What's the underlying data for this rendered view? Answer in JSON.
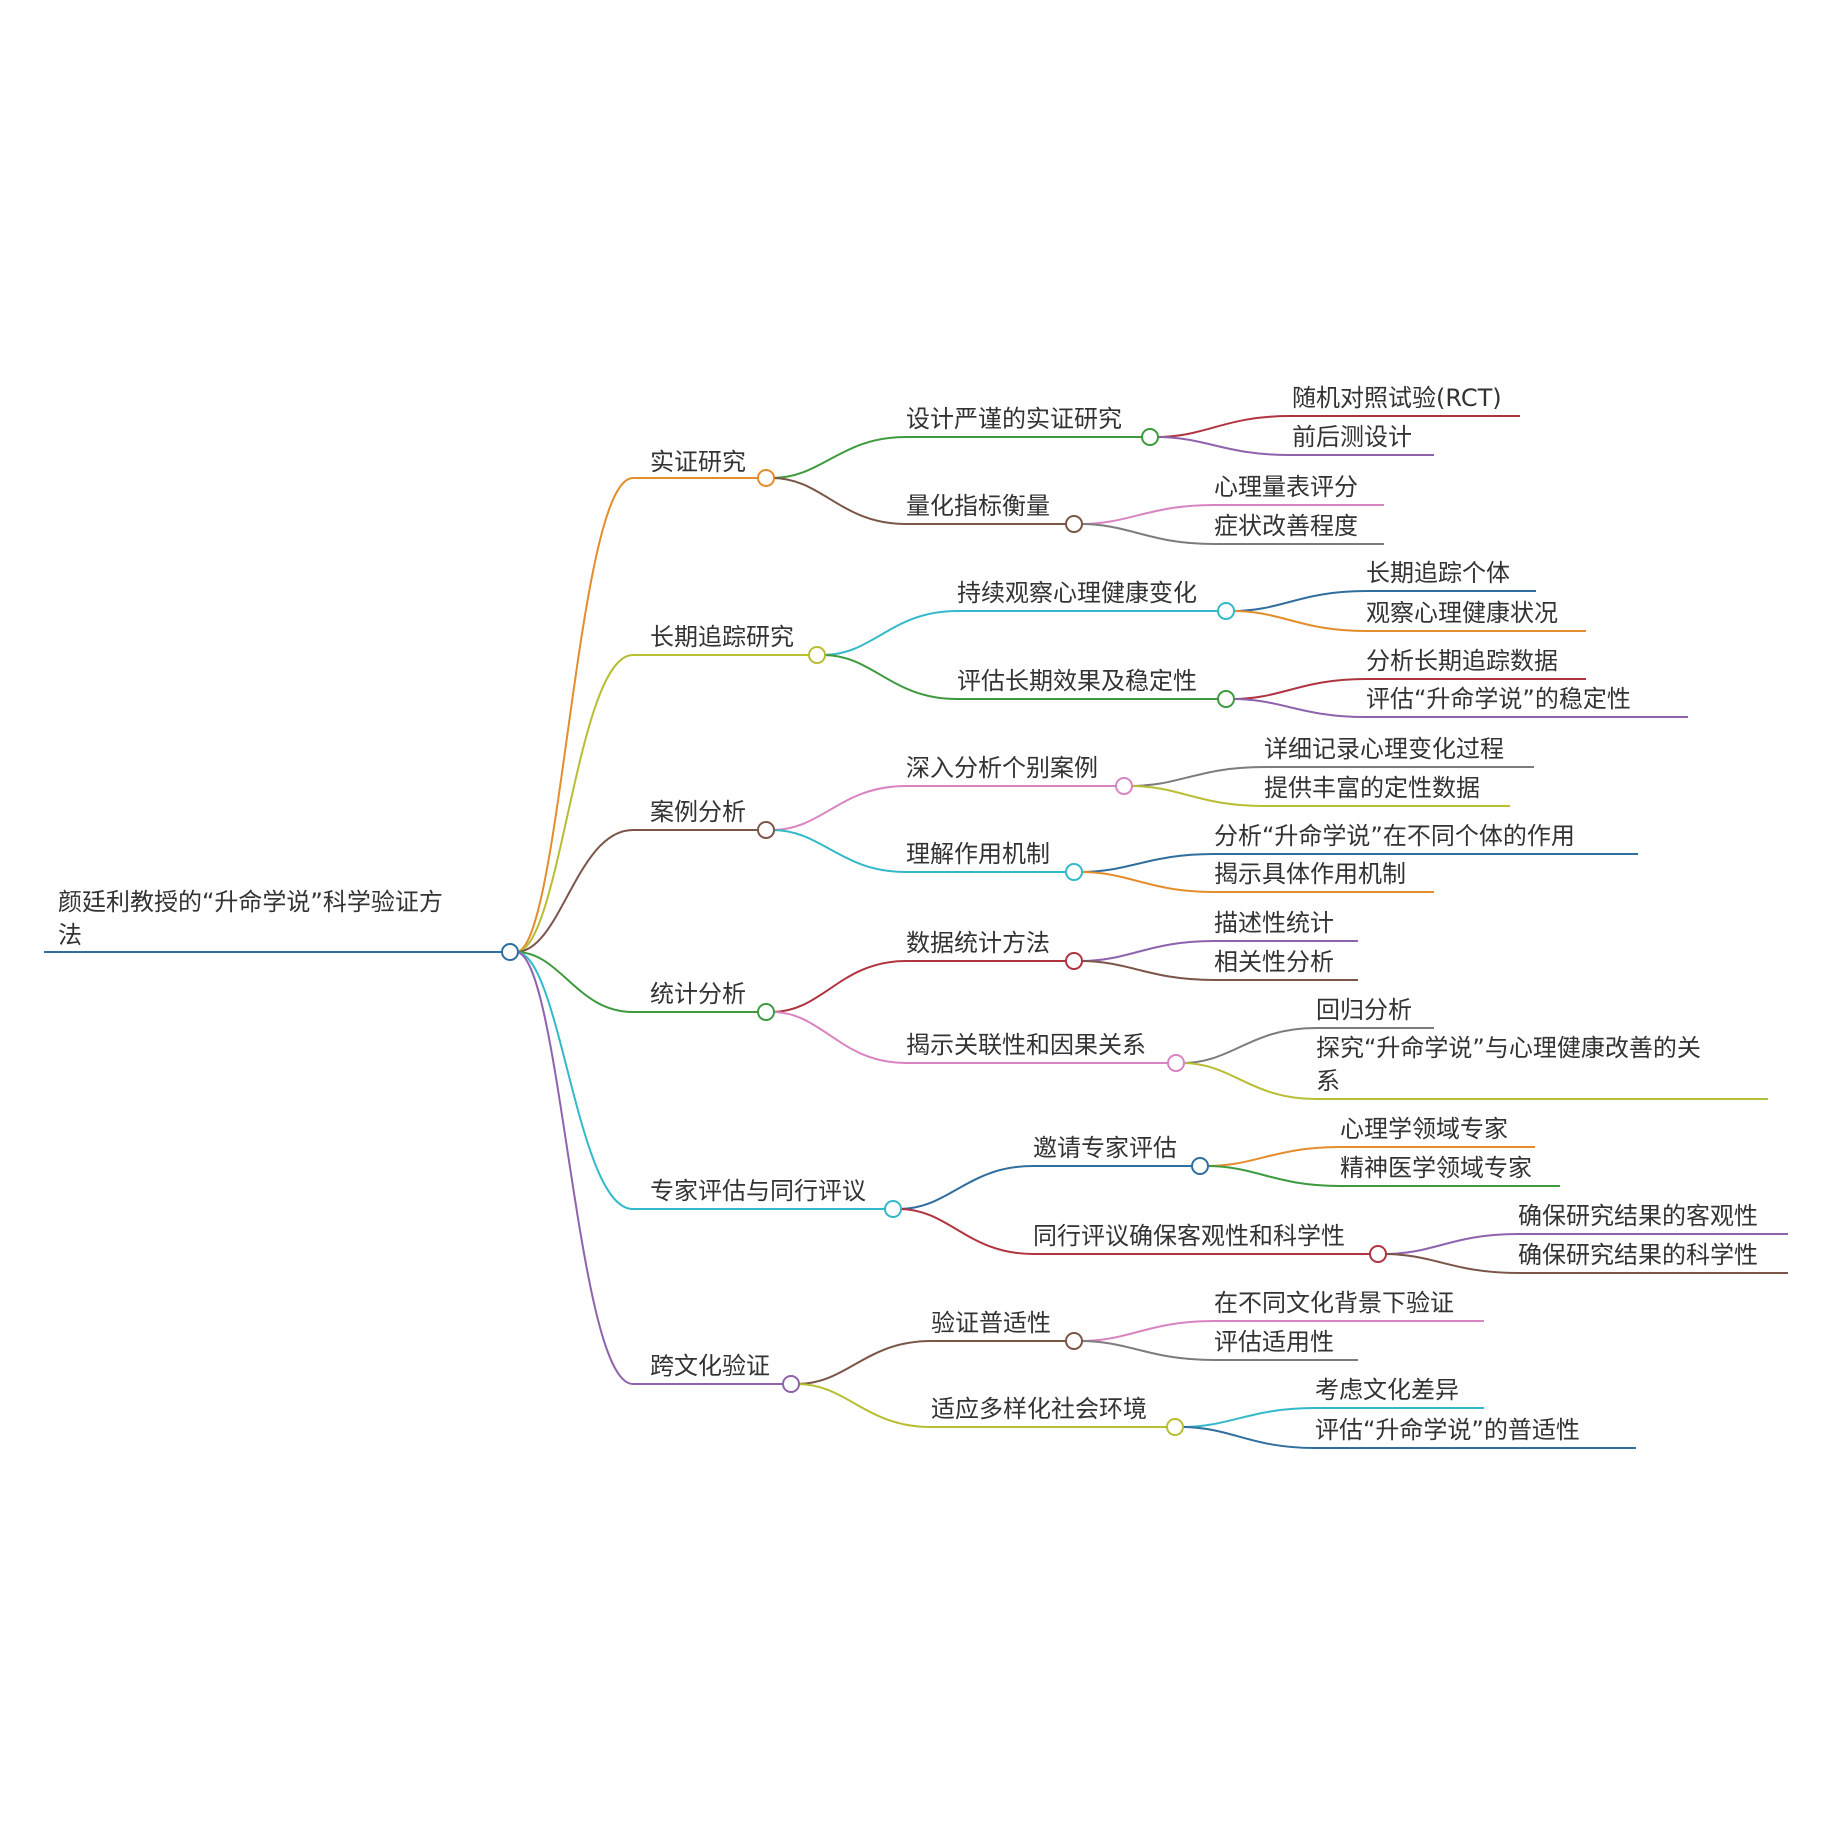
{
  "root": {
    "label_lines": [
      "颜廷利教授的“升命学说”科学验证方",
      "法"
    ],
    "color": "#2f6e9e"
  },
  "branches": [
    {
      "label": "实证研究",
      "color": "#e38d2c",
      "children": [
        {
          "label": "设计严谨的实证研究",
          "color": "#3e9a3e",
          "leaves": [
            {
              "label": "随机对照试验(RCT)",
              "color": "#b0343f"
            },
            {
              "label": "前后测设计",
              "color": "#8e62ad"
            }
          ]
        },
        {
          "label": "量化指标衡量",
          "color": "#7a5548",
          "leaves": [
            {
              "label": "心理量表评分",
              "color": "#d884c1"
            },
            {
              "label": "症状改善程度",
              "color": "#7c7c7c"
            }
          ]
        }
      ]
    },
    {
      "label": "长期追踪研究",
      "color": "#b8be34",
      "children": [
        {
          "label": "持续观察心理健康变化",
          "color": "#33b9c9",
          "leaves": [
            {
              "label": "长期追踪个体",
              "color": "#2f6e9e"
            },
            {
              "label": "观察心理健康状况",
              "color": "#e38d2c"
            }
          ]
        },
        {
          "label": "评估长期效果及稳定性",
          "color": "#3e9a3e",
          "leaves": [
            {
              "label": "分析长期追踪数据",
              "color": "#b0343f"
            },
            {
              "label": "评估“升命学说”的稳定性",
              "color": "#8e62ad"
            }
          ]
        }
      ]
    },
    {
      "label": "案例分析",
      "color": "#7a5548",
      "children": [
        {
          "label": "深入分析个别案例",
          "color": "#d884c1",
          "leaves": [
            {
              "label": "详细记录心理变化过程",
              "color": "#7c7c7c"
            },
            {
              "label": "提供丰富的定性数据",
              "color": "#b8be34"
            }
          ]
        },
        {
          "label": "理解作用机制",
          "color": "#33b9c9",
          "leaves": [
            {
              "label": "分析“升命学说”在不同个体的作用",
              "color": "#2f6e9e"
            },
            {
              "label": "揭示具体作用机制",
              "color": "#e38d2c"
            }
          ]
        }
      ]
    },
    {
      "label": "统计分析",
      "color": "#3e9a3e",
      "children": [
        {
          "label": "数据统计方法",
          "color": "#b0343f",
          "leaves": [
            {
              "label": "描述性统计",
              "color": "#8e62ad"
            },
            {
              "label": "相关性分析",
              "color": "#7a5548"
            }
          ]
        },
        {
          "label": "揭示关联性和因果关系",
          "color": "#d884c1",
          "leaves": [
            {
              "label": "回归分析",
              "color": "#7c7c7c"
            },
            {
              "label": "探究“升命学说”与心理健康改善的关系",
              "color": "#b8be34"
            }
          ]
        }
      ]
    },
    {
      "label": "专家评估与同行评议",
      "color": "#33b9c9",
      "children": [
        {
          "label": "邀请专家评估",
          "color": "#2f6e9e",
          "leaves": [
            {
              "label": "心理学领域专家",
              "color": "#e38d2c"
            },
            {
              "label": "精神医学领域专家",
              "color": "#3e9a3e"
            }
          ]
        },
        {
          "label": "同行评议确保客观性和科学性",
          "color": "#b0343f",
          "leaves": [
            {
              "label": "确保研究结果的客观性",
              "color": "#8e62ad"
            },
            {
              "label": "确保研究结果的科学性",
              "color": "#7a5548"
            }
          ]
        }
      ]
    },
    {
      "label": "跨文化验证",
      "color": "#8e62ad",
      "children": [
        {
          "label": "验证普适性",
          "color": "#7a5548",
          "leaves": [
            {
              "label": "在不同文化背景下验证",
              "color": "#d884c1"
            },
            {
              "label": "评估适用性",
              "color": "#7c7c7c"
            }
          ]
        },
        {
          "label": "适应多样化社会环境",
          "color": "#b8be34",
          "leaves": [
            {
              "label": "考虑文化差异",
              "color": "#33b9c9"
            },
            {
              "label": "评估“升命学说”的普适性",
              "color": "#2f6e9e"
            }
          ]
        }
      ]
    }
  ]
}
